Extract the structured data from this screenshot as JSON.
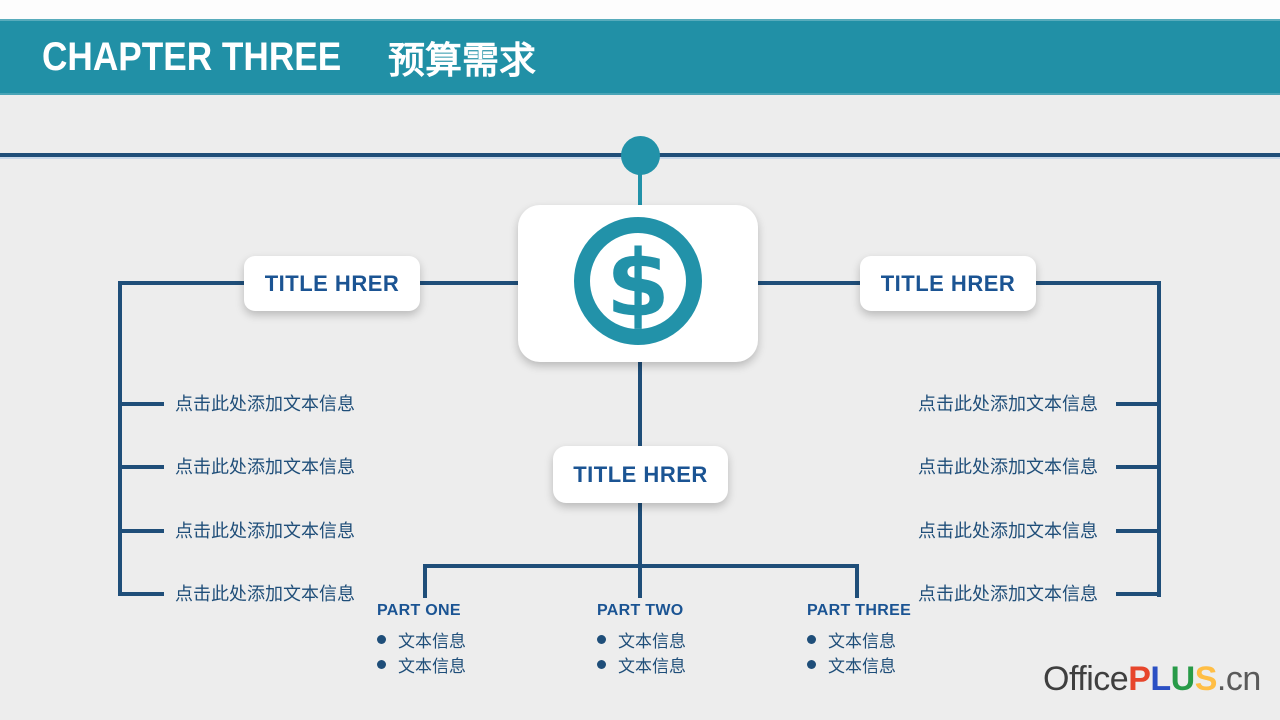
{
  "slide": {
    "chapter_label": "CHAPTER THREE",
    "chapter_title": "预算需求"
  },
  "colors": {
    "header_teal": "#2190A6",
    "accent_teal": "#2292A9",
    "line_navy": "#1F4E79",
    "title_text_blue": "#1B5493",
    "background_gray": "#EDEDED",
    "card_white": "#FFFFFF"
  },
  "diagram": {
    "root": {
      "icon": "dollar-icon",
      "symbol": "$"
    },
    "left_branch": {
      "title": "TITLE HRER",
      "items": [
        "点击此处添加文本信息",
        "点击此处添加文本信息",
        "点击此处添加文本信息",
        "点击此处添加文本信息"
      ]
    },
    "right_branch": {
      "title": "TITLE HRER",
      "items": [
        "点击此处添加文本信息",
        "点击此处添加文本信息",
        "点击此处添加文本信息",
        "点击此处添加文本信息"
      ]
    },
    "bottom_branch": {
      "title": "TITLE HRER",
      "parts": [
        {
          "label": "PART ONE",
          "items": [
            "文本信息",
            "文本信息"
          ]
        },
        {
          "label": "PART TWO",
          "items": [
            "文本信息",
            "文本信息"
          ]
        },
        {
          "label": "PART THREE",
          "items": [
            "文本信息",
            "文本信息"
          ]
        }
      ]
    }
  },
  "footer": {
    "logo_segments": [
      {
        "text": "Office",
        "color": "#3F3F3F"
      },
      {
        "text": "P",
        "color": "#E7462C"
      },
      {
        "text": "L",
        "color": "#2B50C4"
      },
      {
        "text": "U",
        "color": "#289B48"
      },
      {
        "text": "S",
        "color": "#FFBE45"
      },
      {
        "text": ".cn",
        "color": "#5A5A5A"
      }
    ]
  }
}
